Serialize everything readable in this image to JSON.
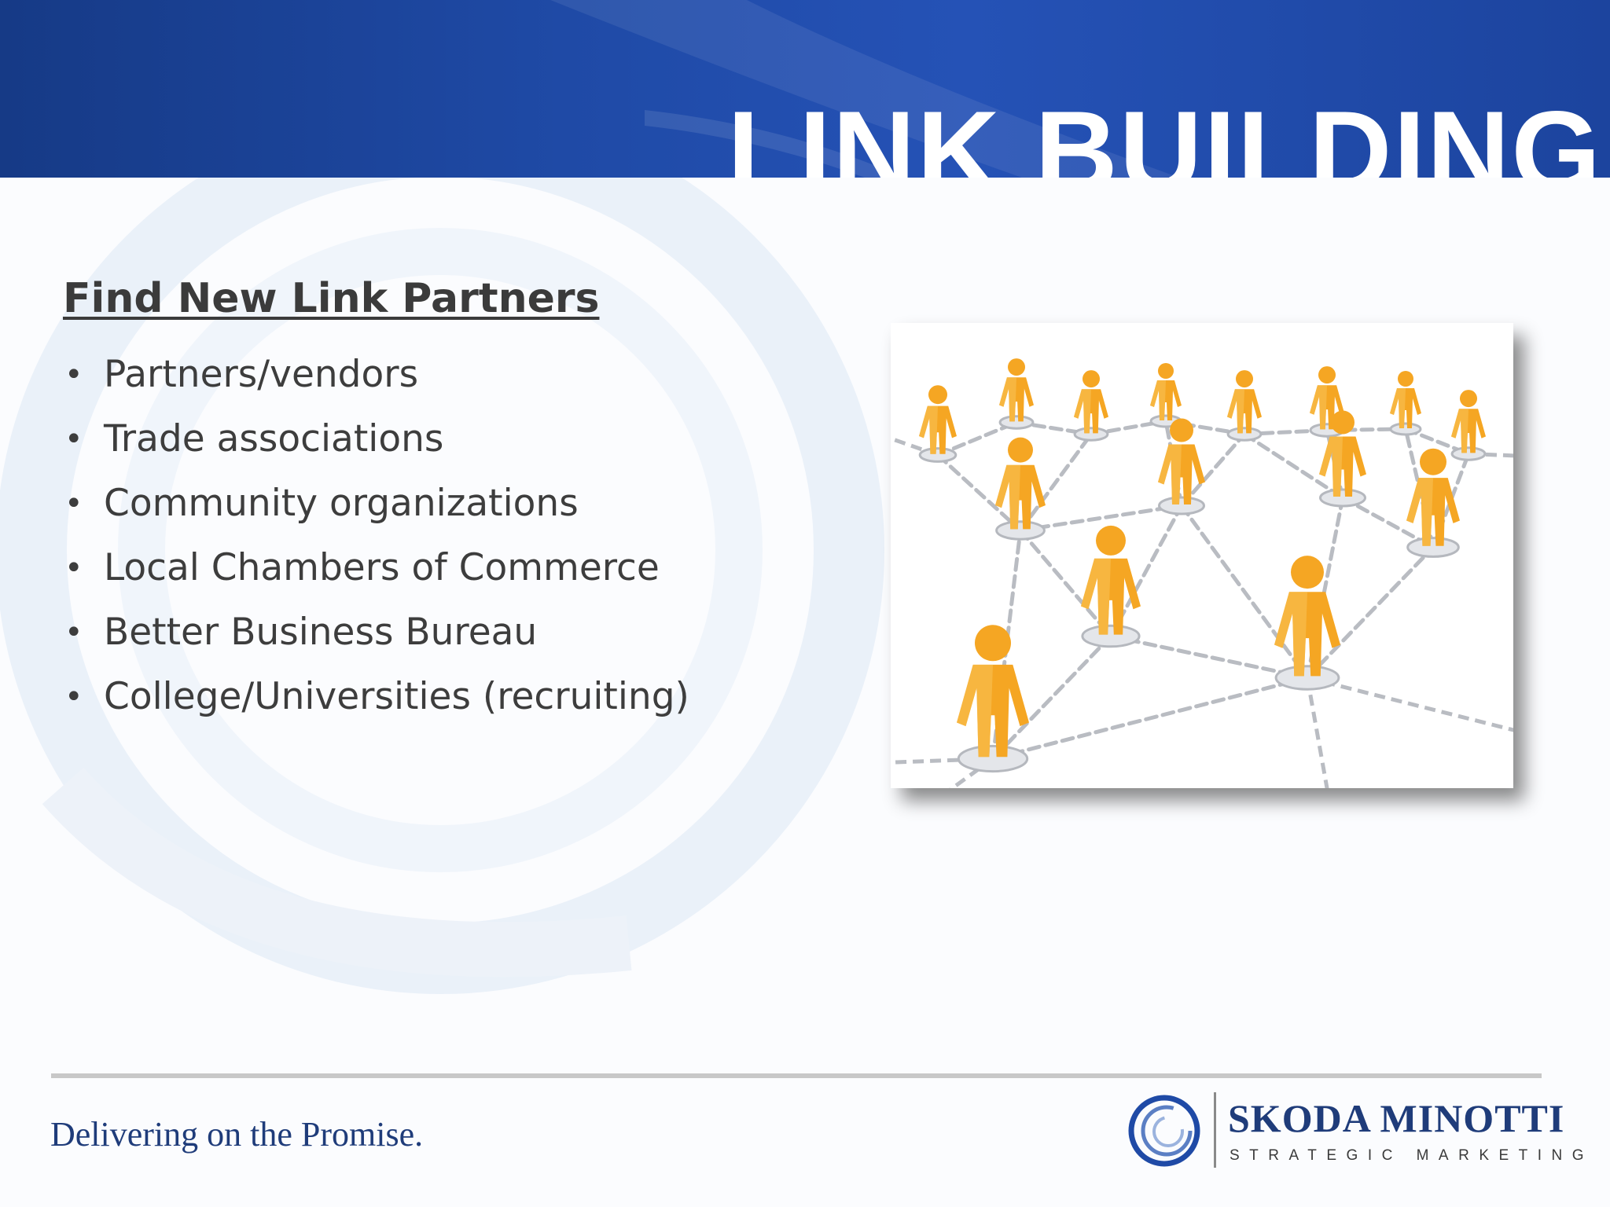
{
  "slide": {
    "title": "LINK BUILDING",
    "heading": "Find New Link Partners",
    "bullets": [
      "Partners/vendors",
      "Trade associations",
      "Community organizations",
      "Local Chambers of Commerce",
      "Better Business Bureau",
      "College/Universities (recruiting)"
    ],
    "bullet_symbol": "•"
  },
  "footer": {
    "tagline": "Delivering on the Promise.",
    "logo_name": "SKODA MINOTTI",
    "logo_subtitle": "STRATEGIC MARKETING"
  },
  "colors": {
    "header_blue": "#1f4aa6",
    "figure_orange": "#f5a623",
    "brand_navy": "#1f3c7a"
  }
}
